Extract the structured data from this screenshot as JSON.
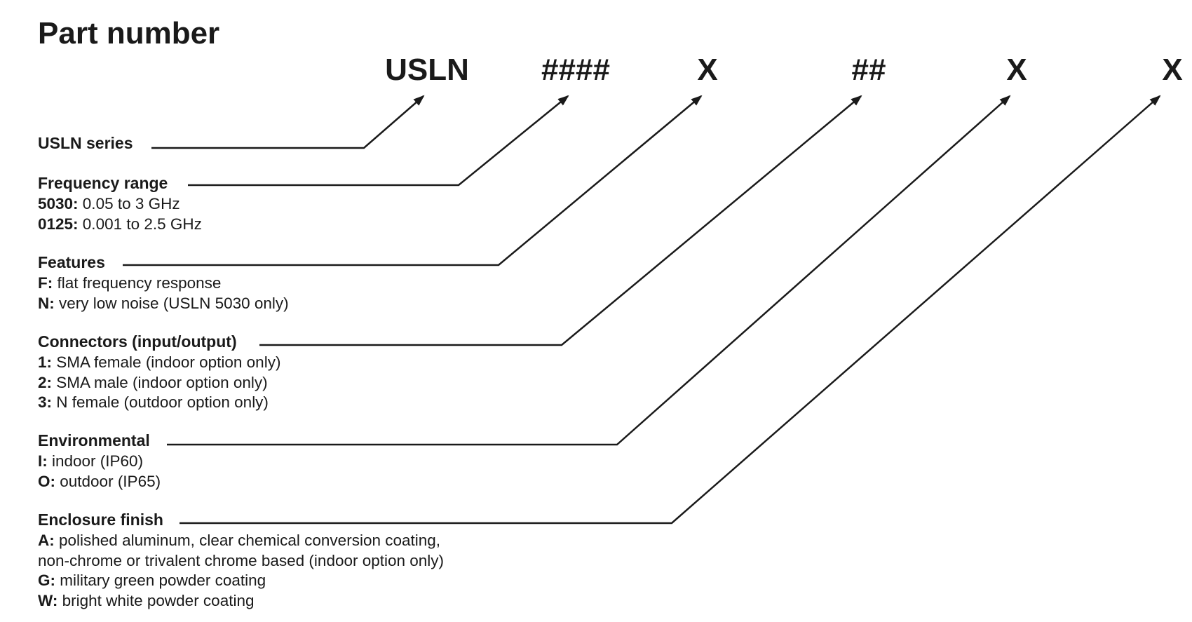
{
  "title": "Part number",
  "codes": [
    "USLN",
    "####",
    "X",
    "##",
    "X",
    "X"
  ],
  "groups": [
    {
      "title": "USLN series",
      "options": []
    },
    {
      "title": "Frequency range",
      "options": [
        {
          "key": "5030:",
          "text": " 0.05 to 3 GHz"
        },
        {
          "key": "0125:",
          "text": " 0.001 to 2.5 GHz"
        }
      ]
    },
    {
      "title": "Features",
      "options": [
        {
          "key": "F:",
          "text": " flat frequency response"
        },
        {
          "key": "N:",
          "text": " very low noise (USLN 5030 only)"
        }
      ]
    },
    {
      "title": "Connectors (input/output)",
      "options": [
        {
          "key": "1:",
          "text": " SMA female (indoor option only)"
        },
        {
          "key": "2:",
          "text": " SMA male (indoor option only)"
        },
        {
          "key": "3:",
          "text": " N female (outdoor option only)"
        }
      ]
    },
    {
      "title": "Environmental",
      "options": [
        {
          "key": "I:",
          "text": " indoor (IP60)"
        },
        {
          "key": "O:",
          "text": " outdoor (IP65)"
        }
      ]
    },
    {
      "title": "Enclosure finish",
      "options": [
        {
          "key": "A:",
          "text": " polished aluminum, clear chemical conversion coating,",
          "cont": "non-chrome or trivalent chrome based (indoor option only)"
        },
        {
          "key": "G:",
          "text": " military green powder coating"
        },
        {
          "key": "W:",
          "text": " bright white powder coating"
        }
      ]
    }
  ]
}
